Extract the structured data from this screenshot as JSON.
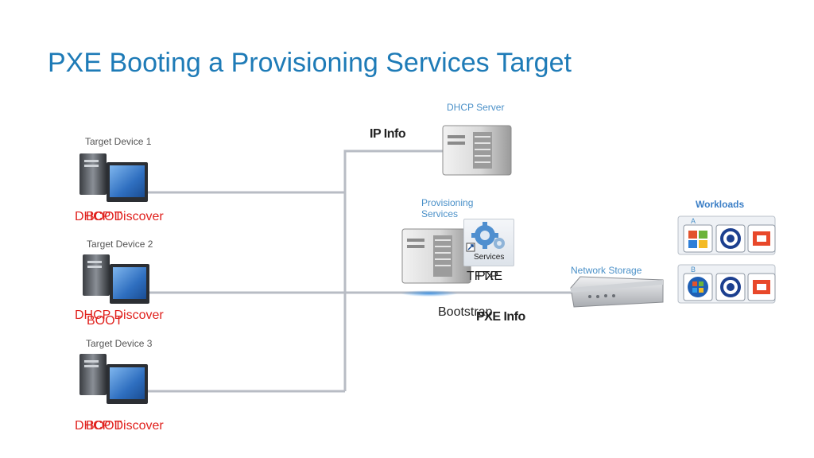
{
  "title": "PXE Booting a Provisioning Services Target",
  "devices": [
    {
      "label": "Target Device 1",
      "msg_a": "DHCP Discover",
      "msg_b": "BOOT"
    },
    {
      "label": "Target Device 2",
      "msg_a": "DHCP Discover",
      "msg_b": "BOOT"
    },
    {
      "label": "Target Device 3",
      "msg_a": "DHCP Discover",
      "msg_b": "BOOT"
    }
  ],
  "dhcp_server": {
    "label": "DHCP Server",
    "message": "IP Info"
  },
  "provisioning": {
    "label_line1": "Provisioning",
    "label_line2": "Services",
    "icon_caption": "Services",
    "msg_a": "TFTP",
    "msg_b": "PXE",
    "msg_c": "Bootstrap",
    "msg_d": "PXE Info"
  },
  "network_storage": {
    "label": "Network Storage"
  },
  "workloads": {
    "label": "Workloads",
    "group_a": "A",
    "group_b": "B"
  },
  "colors": {
    "title": "#1e7bb7",
    "accent": "#4a90c8",
    "alert": "#e0201c",
    "line": "#b8bcc4"
  }
}
